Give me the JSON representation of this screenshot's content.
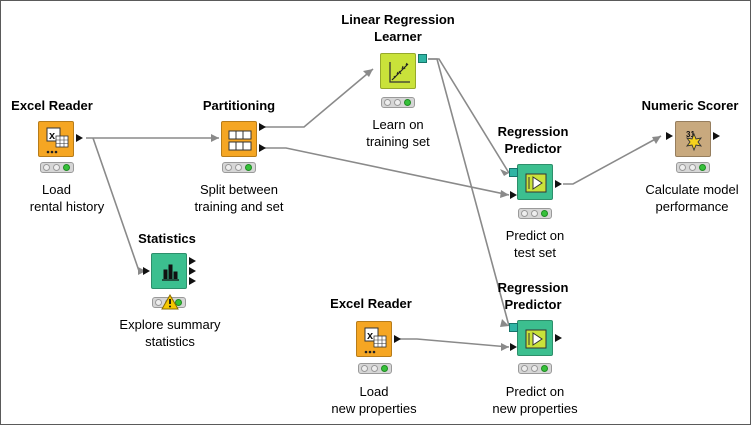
{
  "nodes": [
    {
      "id": "excel-reader-1",
      "title": "Excel Reader",
      "desc_lines": [
        "Load",
        "rental history"
      ],
      "color": "#f5a623",
      "icon": "excel-reader-icon",
      "status": "green"
    },
    {
      "id": "partitioning",
      "title": "Partitioning",
      "desc_lines": [
        "Split between",
        "training and set"
      ],
      "color": "#f5a623",
      "icon": "partitioning-icon",
      "status": "green"
    },
    {
      "id": "linear-regression-learner",
      "title_lines": [
        "Linear Regression",
        "Learner"
      ],
      "desc_lines": [
        "Learn on",
        "training set"
      ],
      "color": "#c9e23a",
      "icon": "linear-regression-icon",
      "status": "green"
    },
    {
      "id": "regression-predictor-1",
      "title_lines": [
        "Regression",
        "Predictor"
      ],
      "desc_lines": [
        "Predict on",
        "test set"
      ],
      "color": "#3cbf8f",
      "icon": "predictor-icon",
      "status": "green"
    },
    {
      "id": "numeric-scorer",
      "title": "Numeric Scorer",
      "desc_lines": [
        "Calculate model",
        "performance"
      ],
      "color": "#c8a97e",
      "icon": "scorer-icon",
      "status": "green"
    },
    {
      "id": "statistics",
      "title": "Statistics",
      "desc_lines": [
        "Explore summary",
        "statistics"
      ],
      "color": "#3cbf8f",
      "icon": "statistics-icon",
      "status": "warning"
    },
    {
      "id": "excel-reader-2",
      "title": "Excel Reader",
      "desc_lines": [
        "Load",
        "new properties"
      ],
      "color": "#f5a623",
      "icon": "excel-reader-icon",
      "status": "green"
    },
    {
      "id": "regression-predictor-2",
      "title_lines": [
        "Regression",
        "Predictor"
      ],
      "desc_lines": [
        "Predict on",
        "new properties"
      ],
      "color": "#3cbf8f",
      "icon": "predictor-icon",
      "status": "green"
    }
  ],
  "colors": {
    "connection": "#8a8a8a",
    "port": "#111111",
    "model_port": "#2fb5a4",
    "status_green": "#36c13a",
    "warning": "#f6c800"
  }
}
